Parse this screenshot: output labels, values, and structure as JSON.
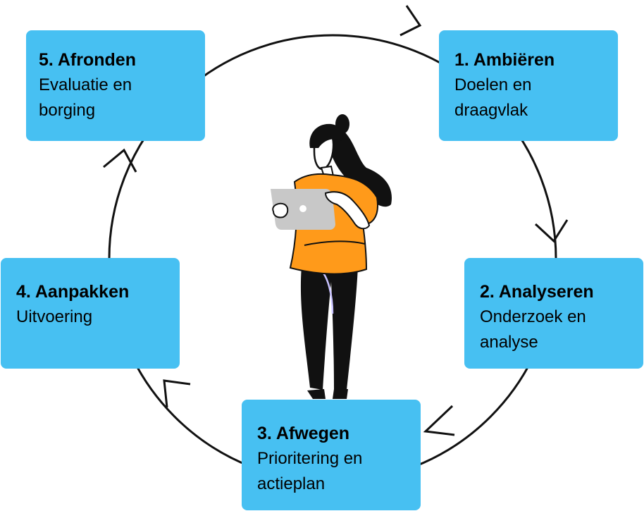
{
  "colors": {
    "box": "#47c0f2",
    "shirt": "#ff9a1a",
    "laptop": "#c8c8c8",
    "ink": "#111111"
  },
  "steps": [
    {
      "title": "1.  Ambiëren",
      "description": "Doelen en\ndraagvlak"
    },
    {
      "title": "2. Analyseren",
      "description": "Onderzoek en\nanalyse"
    },
    {
      "title": "3. Afwegen",
      "description": "Prioritering en\nactieplan"
    },
    {
      "title": "4. Aanpakken",
      "description": "Uitvoering"
    },
    {
      "title": "5. Afronden",
      "description": "Evaluatie en\nborging"
    }
  ]
}
